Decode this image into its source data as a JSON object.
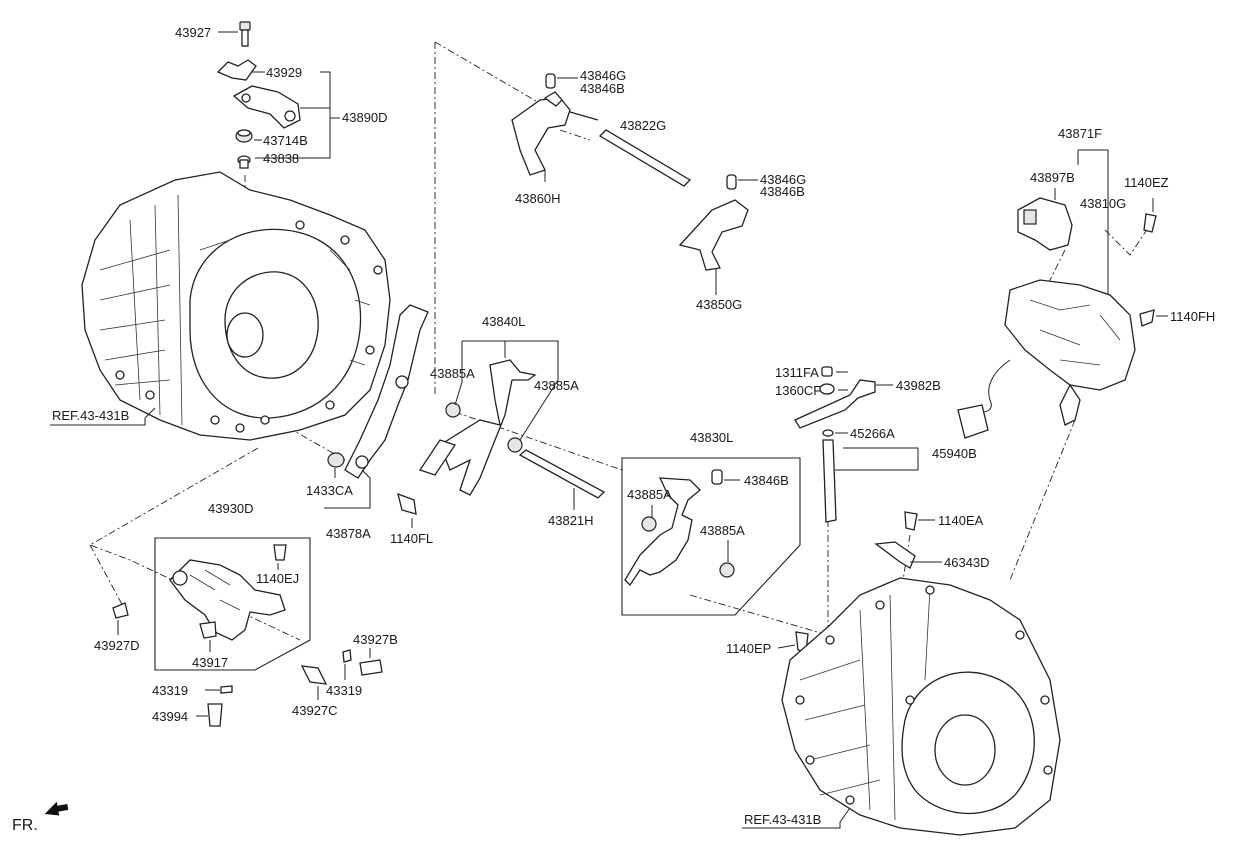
{
  "diagram": {
    "ref_top": "REF.43-431B",
    "ref_bottom": "REF.43-431B",
    "fr_label": "FR.",
    "labels": {
      "p43927": "43927",
      "p43929": "43929",
      "p43890D": "43890D",
      "p43714B": "43714B",
      "p43838": "43838",
      "p43846G_a": "43846G",
      "p43846B_a": "43846B",
      "p43822G": "43822G",
      "p43860H": "43860H",
      "p43846G_b": "43846G",
      "p43846B_b": "43846B",
      "p43850G": "43850G",
      "p43871F": "43871F",
      "p43897B": "43897B",
      "p43810G": "43810G",
      "p1140EZ": "1140EZ",
      "p1140FH": "1140FH",
      "p43840L": "43840L",
      "p43885A_1": "43885A",
      "p43885A_2": "43885A",
      "p1311FA": "1311FA",
      "p1360CF": "1360CF",
      "p43982B": "43982B",
      "p43830L": "43830L",
      "p45266A": "45266A",
      "p45940B": "45940B",
      "p43846B_c": "43846B",
      "p43885A_3": "43885A",
      "p43885A_4": "43885A",
      "p1433CA": "1433CA",
      "p43878A": "43878A",
      "p1140FL": "1140FL",
      "p43821H": "43821H",
      "p1140EA": "1140EA",
      "p46343D": "46343D",
      "p43930D": "43930D",
      "p1140EJ": "1140EJ",
      "p43927D": "43927D",
      "p43917": "43917",
      "p43927B": "43927B",
      "p43319_a": "43319",
      "p43319_b": "43319",
      "p43927C": "43927C",
      "p43994": "43994",
      "p1140EP": "1140EP"
    }
  }
}
